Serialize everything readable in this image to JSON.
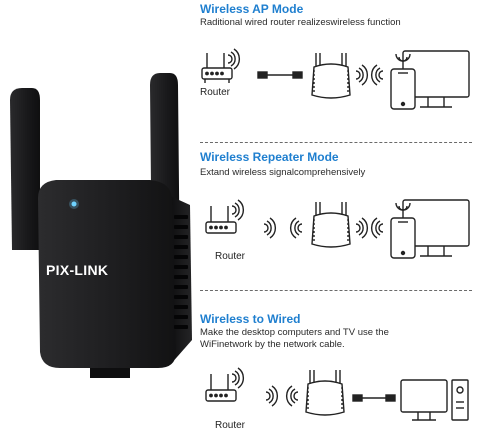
{
  "product": {
    "brand": "PIX-LINK",
    "colors": {
      "body": "#1c1c1e",
      "led": "#6fd3ff",
      "accent": "#1f7fcf"
    }
  },
  "modes": [
    {
      "title": "Wireless AP Mode",
      "description_lines": [
        "Raditional wired router realizeswireless function"
      ],
      "router_label": "Router",
      "icons": [
        "router-icon",
        "wifi-icon",
        "cable-icon",
        "extender-icon",
        "wifi-icon",
        "phone-icon",
        "monitor-icon",
        "wifi-icon"
      ]
    },
    {
      "title": "Wireless Repeater Mode",
      "description_lines": [
        "Extand wireless signalcomprehensively"
      ],
      "router_label": "Router",
      "icons": [
        "router-icon",
        "wifi-icon",
        "extender-icon",
        "wifi-icon",
        "tablet-icon",
        "monitor-icon",
        "wifi-icon"
      ]
    },
    {
      "title": "Wireless to Wired",
      "description_lines": [
        "Make the desktop computers and TV use the",
        "WiFinetwork by the network cable."
      ],
      "router_label": "Router",
      "icons": [
        "router-icon",
        "wifi-icon",
        "extender-icon",
        "cable-icon",
        "desktop-computer-icon"
      ]
    }
  ]
}
